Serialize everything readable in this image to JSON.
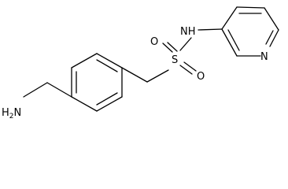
{
  "diagram": {
    "kind": "chemical-structure",
    "atom_labels": {
      "amine": "H2N",
      "amine_h": "H",
      "amine_sub": "2",
      "amine_n": "N",
      "sulfonamide_nh": "NH",
      "sulfur": "S",
      "oxygen_top": "O",
      "oxygen_bottom": "O",
      "pyridine_n": "N"
    },
    "line_color": "#000000",
    "background": "#ffffff"
  }
}
